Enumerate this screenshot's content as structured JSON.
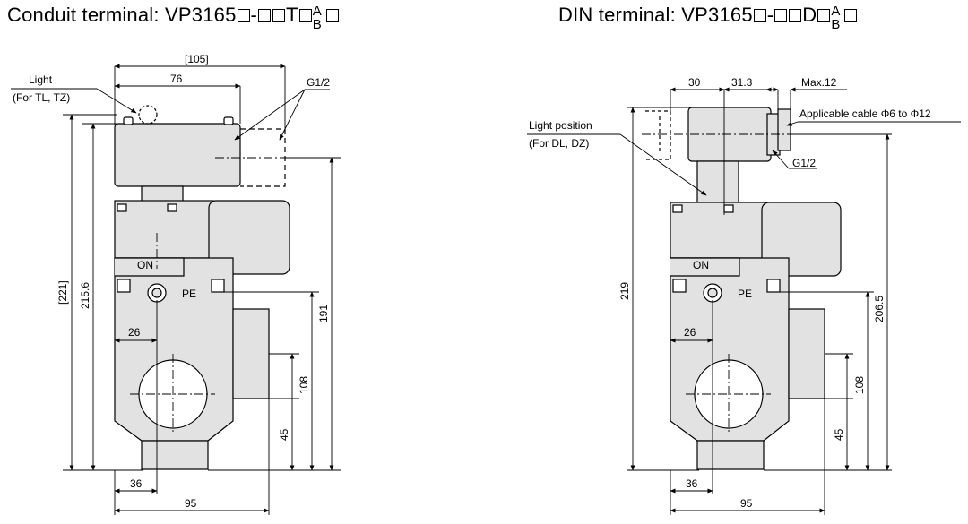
{
  "titles": {
    "left": {
      "prefix": "Conduit terminal: VP3165",
      "mid": "T"
    },
    "right": {
      "prefix": "DIN terminal: VP3165",
      "mid": "D"
    },
    "sup": "A",
    "sub": "B",
    "dash": "-"
  },
  "left_view": {
    "dim_overall_width": "[105]",
    "dim_top_width": "76",
    "light_label": "Light",
    "light_sub": "(For TL, TZ)",
    "port_label": "G1/2",
    "on_label": "ON",
    "pe_label": "PE",
    "dim_26": "26",
    "dim_36": "36",
    "dim_95": "95",
    "dim_221": "[221]",
    "dim_215_6": "215.6",
    "dim_191": "191",
    "dim_108": "108",
    "dim_45": "45"
  },
  "right_view": {
    "dim_30": "30",
    "dim_31_3": "31.3",
    "dim_max12": "Max.12",
    "cable_label": "Applicable cable Φ6 to Φ12",
    "light_pos_label": "Light position",
    "light_pos_sub": "(For DL, DZ)",
    "port_label": "G1/2",
    "on_label": "ON",
    "pe_label": "PE",
    "dim_26": "26",
    "dim_36": "36",
    "dim_95": "95",
    "dim_219": "219",
    "dim_206_5": "206.5",
    "dim_108": "108",
    "dim_45": "45"
  }
}
